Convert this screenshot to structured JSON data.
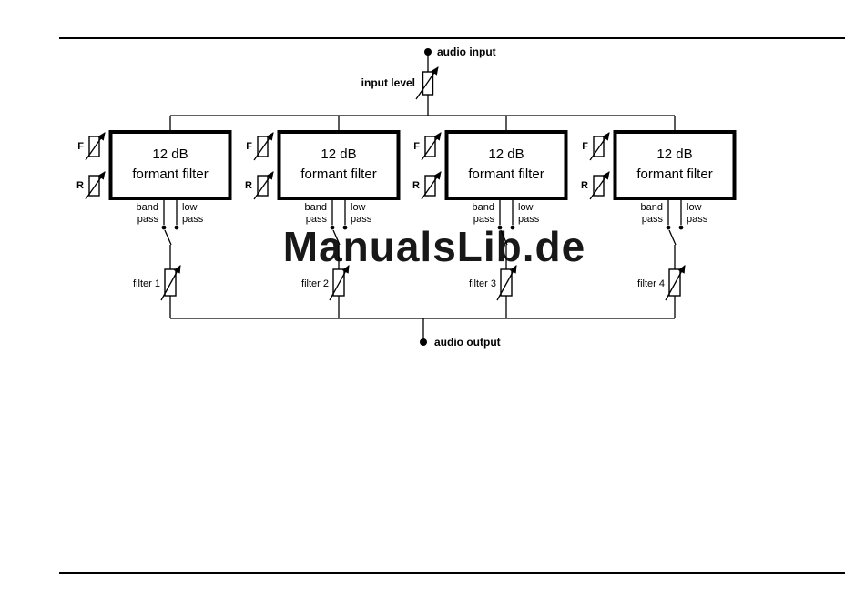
{
  "page": {
    "watermark": "ManualsLib.de",
    "watermark_color": "#a9c5e5"
  },
  "diagram": {
    "audio_input_label": "audio input",
    "input_level_label": "input level",
    "audio_output_label": "audio output",
    "formant_block": {
      "line1": "12 dB",
      "line2": "formant filter",
      "freq_knob_label": "F",
      "res_knob_label": "R",
      "band_pass_line1": "band",
      "band_pass_line2": "pass",
      "low_pass_line1": "low",
      "low_pass_line2": "pass"
    },
    "filters": [
      {
        "label": "filter 1"
      },
      {
        "label": "filter 2"
      },
      {
        "label": "filter 3"
      },
      {
        "label": "filter 4"
      }
    ]
  }
}
